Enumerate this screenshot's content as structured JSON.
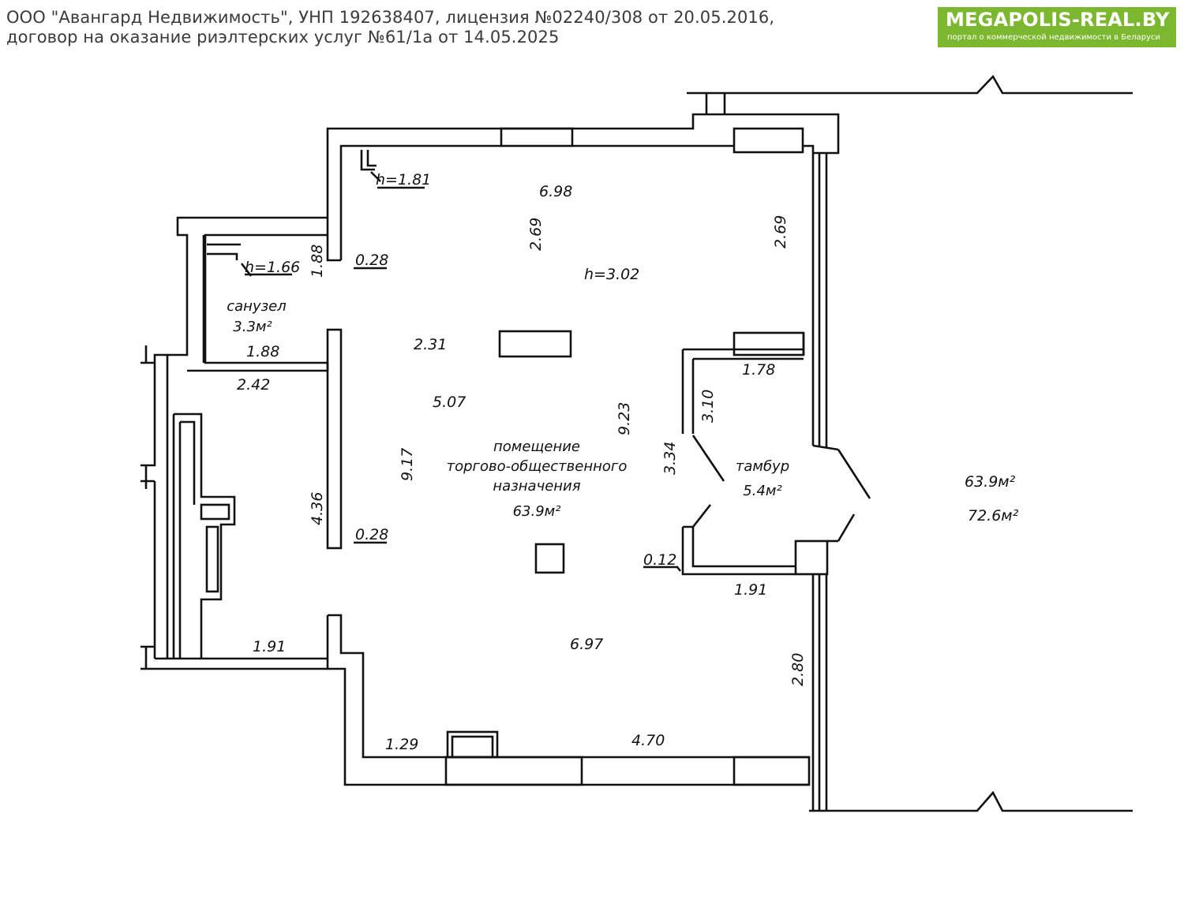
{
  "header": {
    "line1": "ООО \"Авангард Недвижимость\", УНП 192638407, лицензия №02240/308 от 20.05.2016,",
    "line2": "договор на оказание риэлтерских услуг №61/1а от 14.05.2025"
  },
  "logo": {
    "name": "MEGAPOLIS-REAL.BY",
    "tagline": "портал о коммерческой недвижимости в Беларуси",
    "color": "#7cb82f"
  },
  "plan": {
    "rooms": {
      "main_name": [
        "помещение",
        "торгово-общественного",
        "назначения"
      ],
      "main_area": "63.9м²",
      "wc_name": "санузел",
      "wc_area": "3.3м²",
      "vestibule_name": "тамбур",
      "vestibule_area": "5.4м²"
    },
    "heights": {
      "main": "h=3.02",
      "niche_top": "h=1.81",
      "niche_wc": "h=1.66"
    },
    "dimensions": {
      "top_width": "6.98",
      "left_depth": "2.69",
      "right_depth": "2.69",
      "wc_height": "1.88",
      "wall_top": "0.28",
      "wc_width": "1.88",
      "col_dist": "2.31",
      "left_room_width": "2.42",
      "mid_width": "5.07",
      "main_depth": "9.17",
      "inner_depth": "9.23",
      "left_room_depth": "4.36",
      "wall_bottom": "0.28",
      "vest_width": "1.78",
      "vest_depth": "3.10",
      "vest_left": "3.34",
      "vest_wall": "0.12",
      "vest_bottom": "1.91",
      "left_bottom": "1.91",
      "bottom_width": "6.97",
      "right_bottom": "2.80",
      "bottom_left": "1.29",
      "bottom_right": "4.70"
    },
    "totals": {
      "area_main": "63.9м²",
      "area_total": "72.6м²"
    }
  }
}
